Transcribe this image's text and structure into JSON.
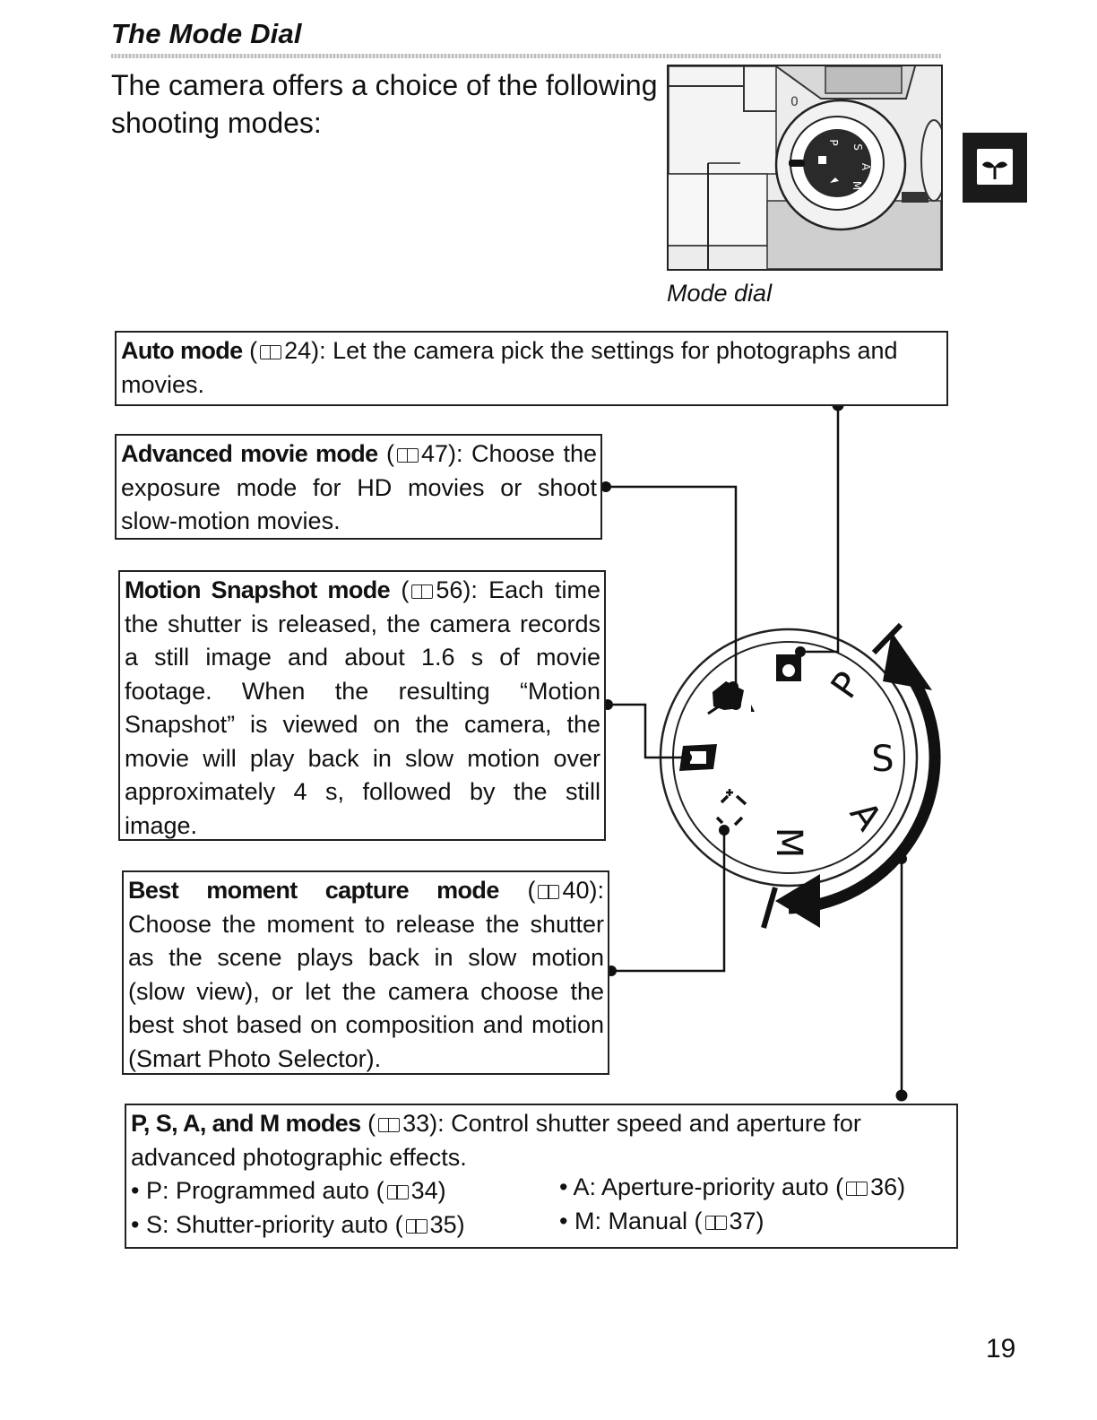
{
  "page": {
    "title": "The Mode Dial",
    "intro": "The camera offers a choice of the following shooting modes:",
    "photo_caption": "Mode dial",
    "page_number": "19"
  },
  "modes": {
    "auto": {
      "label": "Auto mode",
      "ref": "24",
      "text": "): Let the camera pick the settings for photographs and movies."
    },
    "advanced_movie": {
      "label": "Advanced movie mode",
      "ref": "47",
      "text": "): Choose the exposure mode for HD movies or shoot slow-motion movies."
    },
    "motion_snapshot": {
      "label": "Motion Snapshot mode",
      "ref": "56",
      "text": "): Each time the shutter is released, the camera records a still image and about 1.6 s of movie footage. When the resulting “Motion Snapshot” is viewed on the camera, the movie will play back in slow motion over approximately 4 s, followed by the still image."
    },
    "best_moment": {
      "label": "Best moment capture mode",
      "ref": "40",
      "text": "): Choose the moment to release the shutter as the scene plays back in slow motion (slow view), or let the camera choose the best shot based on composition and motion (Smart Photo Selector)."
    },
    "psam": {
      "label": "P, S, A, and M modes",
      "ref": "33",
      "text": "): Control shutter speed and aperture for advanced photographic effects.",
      "items": [
        {
          "label": "• P: Programmed auto (",
          "ref": "34",
          "close": ")"
        },
        {
          "label": "• S: Shutter-priority auto (",
          "ref": "35",
          "close": ")"
        },
        {
          "label": "• A: Aperture-priority auto (",
          "ref": "36",
          "close": ")"
        },
        {
          "label": "• M: Manual (",
          "ref": "37",
          "close": ")"
        }
      ]
    }
  },
  "dial": {
    "letters": [
      "P",
      "S",
      "A",
      "M"
    ],
    "photo_letters": [
      "P",
      "S",
      "A",
      "M"
    ],
    "photo_mark": "0"
  }
}
